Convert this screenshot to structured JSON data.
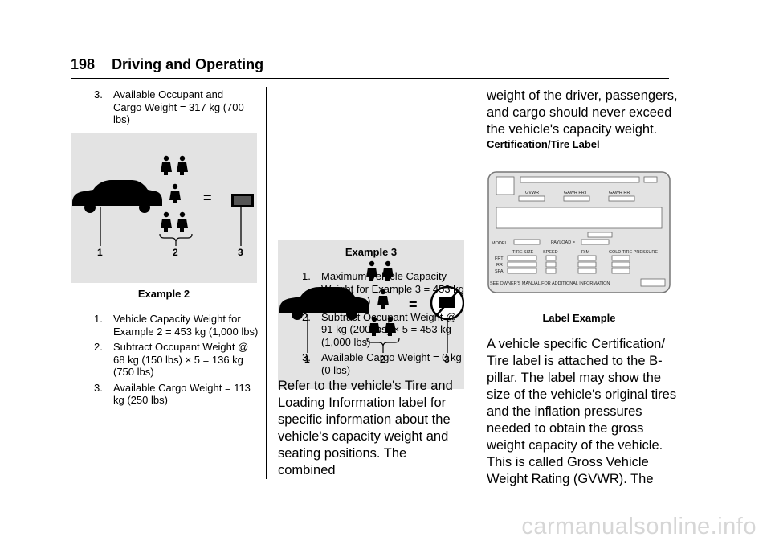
{
  "header": {
    "page_number": "198",
    "section_title": "Driving and Operating"
  },
  "column1": {
    "intro_item": {
      "number": "3.",
      "text": "Available Occupant and Cargo Weight = 317 kg (700 lbs)"
    },
    "figure": {
      "operators": {
        "minus": "–",
        "equals": "="
      },
      "callouts": [
        "1",
        "2",
        "3"
      ],
      "caption": "Example 2"
    },
    "items": [
      {
        "number": "1.",
        "text": "Vehicle Capacity Weight for Example 2 = 453 kg (1,000 lbs)"
      },
      {
        "number": "2.",
        "text": "Subtract Occupant Weight @ 68 kg (150 lbs) × 5 = 136 kg (750 lbs)"
      },
      {
        "number": "3.",
        "text": "Available Cargo Weight = 113 kg (250 lbs)"
      }
    ]
  },
  "column2": {
    "figure": {
      "operators": {
        "minus": "–",
        "equals": "="
      },
      "callouts": [
        "1",
        "2",
        "3"
      ],
      "caption": "Example 3"
    },
    "items": [
      {
        "number": "1.",
        "text": "Maximum Vehicle Capacity Weight for Example 3 = 453 kg (1,000 lbs)"
      },
      {
        "number": "2.",
        "text": "Subtract Occupant Weight @ 91 kg (200 lbs) × 5 = 453 kg (1,000 lbs)"
      },
      {
        "number": "3.",
        "text": "Available Cargo Weight = 0 kg (0 lbs)"
      }
    ],
    "body": "Refer to the vehicle's Tire and Loading Information label for specific information about the vehicle's capacity weight and seating positions. The combined"
  },
  "column3": {
    "body_top": "weight of the driver, passengers, and cargo should never exceed the vehicle's capacity weight.",
    "subheading": "Certification/Tire Label",
    "label": {
      "gvwr": "GVWR",
      "gawr_frt": "GAWR FRT",
      "gawr_rr": "GAWR RR",
      "model": "MODEL",
      "payload": "PAYLOAD =",
      "tire_size": "TIRE SIZE",
      "speed": "SPEED",
      "rim": "RIM",
      "cold_tire_pressure": "COLD TIRE PRESSURE",
      "frt": "FRT",
      "rr": "RR",
      "spa": "SPA",
      "footer": "SEE OWNER'S MANUAL FOR ADDITIONAL INFORMATION"
    },
    "caption": "Label Example",
    "body": "A vehicle specific Certification/ Tire label is attached to the B-pillar. The label may show the size of the vehicle's original tires and the inflation pressures needed to obtain the gross weight capacity of the vehicle. This is called Gross Vehicle Weight Rating (GVWR). The"
  },
  "watermark": "carmanualsonline.info"
}
